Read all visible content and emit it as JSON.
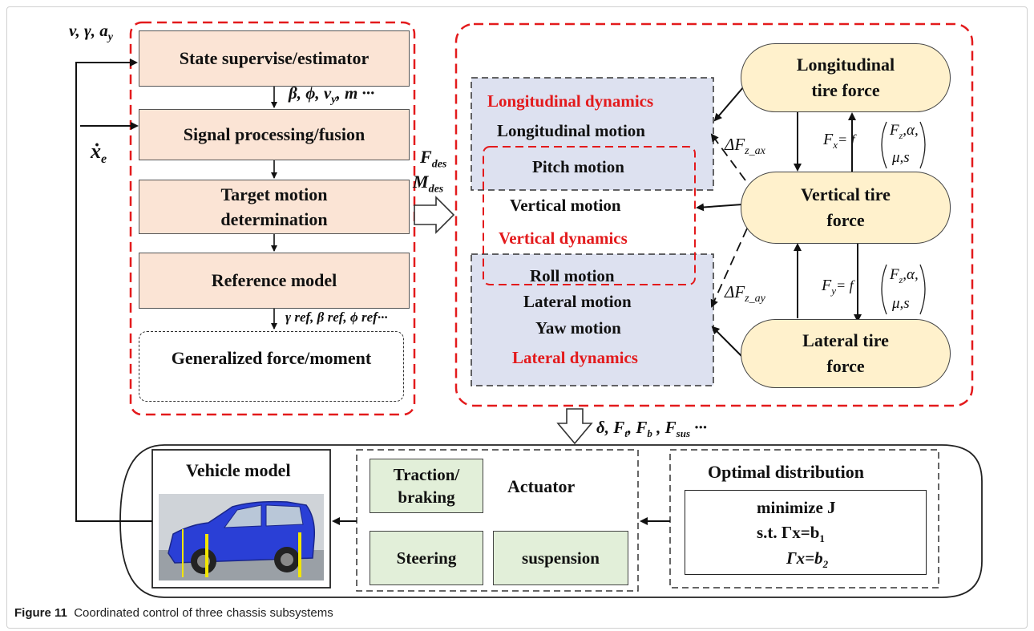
{
  "estimation_block": {
    "inputs": "v, γ, a",
    "inputs_sub": "y",
    "measured_input": "ẋ",
    "measured_input_sub": "e",
    "state_supervise": "State supervise/estimator",
    "signal_processing": "Signal processing/fusion",
    "target_motion_line1": "Target motion",
    "target_motion_line2": "determination",
    "reference_model": "Reference model",
    "generalized_force": "Generalized force/moment",
    "estimated_states": "β, ϕ, v",
    "estimated_states_sub": "y",
    "estimated_states_tail": ", m ···",
    "reference_states": "γ ref, β ref, ϕ ref···"
  },
  "interface": {
    "f_des": "F",
    "f_des_sub": "des",
    "m_des": "M",
    "m_des_sub": "des"
  },
  "dynamics_block": {
    "longitudinal_dynamics": "Longitudinal dynamics",
    "longitudinal_motion": "Longitudinal motion",
    "pitch_motion": "Pitch motion",
    "vertical_motion": "Vertical motion",
    "vertical_dynamics": "Vertical dynamics",
    "roll_motion": "Roll motion",
    "lateral_motion": "Lateral motion",
    "yaw_motion": "Yaw motion",
    "lateral_dynamics": "Lateral dynamics",
    "delta_fz_ax": "ΔF",
    "delta_fz_ax_sub": "z_ax",
    "delta_fz_ay": "ΔF",
    "delta_fz_ay_sub": "z_ay"
  },
  "tire_block": {
    "longitudinal_tire_line1": "Longitudinal",
    "longitudinal_tire_line2": "tire force",
    "vertical_tire_line1": "Vertical  tire",
    "vertical_tire_line2": "force",
    "lateral_tire_line1": "Lateral  tire",
    "lateral_tire_line2": "force",
    "fx_lhs": "F",
    "fx_sub": "x",
    "fy_lhs": "F",
    "fy_sub": "y",
    "eq_func": "= f",
    "eq_arg_top": "F",
    "eq_arg_top_sub": "z",
    "eq_arg_top_tail": ",α,",
    "eq_arg_bottom": "μ,s"
  },
  "control_outputs": {
    "label": "δ, F",
    "ft_sub": "t",
    "fb": ", F",
    "fb_sub": "b",
    "fsus": " , F",
    "fsus_sub": "sus",
    "tail": " ···"
  },
  "bottom_block": {
    "vehicle_model": "Vehicle model",
    "actuator": "Actuator",
    "traction_line1": "Traction/",
    "traction_line2": "braking",
    "steering": "Steering",
    "suspension": "suspension",
    "optimal_distribution": "Optimal distribution",
    "minimize": "minimize J",
    "constraint1": "s.t. Γx=b",
    "constraint1_sub": "1",
    "constraint2": "Γx=b",
    "constraint2_sub": "2"
  },
  "caption": {
    "figure_label": "Figure 11",
    "text": "Coordinated control of three chassis subsystems"
  },
  "colors": {
    "red_dash": "#e31a1c",
    "peach": "#fbe4d5",
    "lavender": "#dde1f0",
    "tire_yellow": "#fff1cc",
    "green": "#e2efd9",
    "car_blue": "#2a3fd6"
  }
}
